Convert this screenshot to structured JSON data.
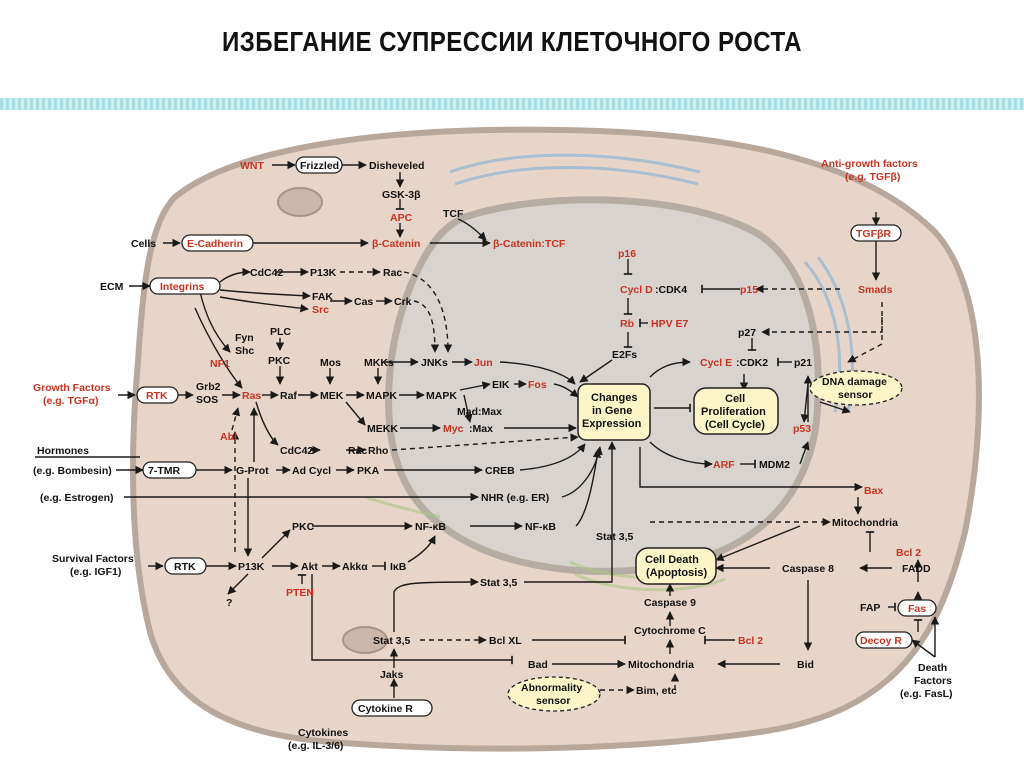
{
  "title": "ИЗБЕГАНИЕ СУПРЕССИИ КЛЕТОЧНОГО РОСТА",
  "colors": {
    "cytoplasm": "#e7d5c9",
    "nucleus": "#d8d3ce",
    "membrane": "#b8a79b",
    "red_label": "#c8331f",
    "accent_band": "#a9dede"
  },
  "nodes": {
    "wnt": "WNT",
    "frizzled": "Frizzled",
    "disheveled": "Disheveled",
    "gsk3b": "GSK-3β",
    "apc": "APC",
    "tcf": "TCF",
    "cells": "Cells",
    "ecadherin": "E-Cadherin",
    "bcatenin": "β-Catenin",
    "bcatenin_tcf": "β-Catenin:TCF",
    "ecm": "ECM",
    "integrins": "Integrins",
    "cdc42_top": "CdC42",
    "p13k_top": "P13K",
    "rac_top": "Rac",
    "fak": "FAK",
    "src": "Src",
    "cas": "Cas",
    "crk": "Crk",
    "fyn": "Fyn",
    "shc": "Shc",
    "nf1": "NF1",
    "plc": "PLC",
    "pkc_mid": "PKC",
    "mos": "Mos",
    "mkks": "MKKs",
    "jnks": "JNKs",
    "jun": "Jun",
    "growth_factors": "Growth Factors",
    "growth_factors_eg": "(e.g. TGFα)",
    "rtk_top": "RTK",
    "grb2": "Grb2",
    "sos": "SOS",
    "ras": "Ras",
    "raf": "Raf",
    "mek": "MEK",
    "mapk1": "MAPK",
    "mapk2": "MAPK",
    "eik": "EIK",
    "fos": "Fos",
    "madmax": "Mad:Max",
    "mekk": "MEKK",
    "myc": "Myc",
    "max": ":Max",
    "abl": "Abl",
    "cdc42_low": "CdC42",
    "rac_low": "Rac",
    "rho": "Rho",
    "hormones": "Hormones",
    "hormones_eg": "(e.g. Bombesin)",
    "tmr7": "7-TMR",
    "gprot": "G-Prot",
    "adcycl": "Ad Cycl",
    "pka": "PKA",
    "creb": "CREB",
    "estrogen": "(e.g. Estrogen)",
    "nhr": "NHR (e.g. ER)",
    "survival": "Survival Factors",
    "survival_eg": "(e.g. IGF1)",
    "rtk_low": "RTK",
    "p13k_low": "P13K",
    "question": "?",
    "pkc_low": "PKC",
    "nfkb1": "NF-κB",
    "nfkb2": "NF-κB",
    "akt": "Akt",
    "akka": "Akkα",
    "ikb": "IκB",
    "pten": "PTEN",
    "stat35_top": "Stat 3,5",
    "stat35_mid": "Stat 3,5",
    "stat35_low": "Stat 3,5",
    "bclxl": "Bcl XL",
    "bad": "Bad",
    "jaks": "Jaks",
    "cytokine_r": "Cytokine R",
    "cytokines": "Cytokines",
    "cytokines_eg": "(e.g. IL-3/6)",
    "changes1": "Changes",
    "changes2": "in Gene",
    "changes3": "Expression",
    "prolif1": "Cell",
    "prolif2": "Proliferation",
    "prolif3": "(Cell Cycle)",
    "death1": "Cell Death",
    "death2": "(Apoptosis)",
    "p16": "p16",
    "cycld": "Cycl D",
    "cdk4": ":CDK4",
    "p15": "p15",
    "rb": "Rb",
    "hpv": "HPV E7",
    "e2fs": "E2Fs",
    "p27": "p27",
    "cycle": "Cycl E",
    "cdk2": ":CDK2",
    "p21": "p21",
    "dna1": "DNA damage",
    "dna2": "sensor",
    "p53": "p53",
    "arf": "ARF",
    "mdm2": "MDM2",
    "bax": "Bax",
    "mitochondria_r": "Mitochondria",
    "bcl2_r": "Bcl 2",
    "fadd": "FADD",
    "caspase8": "Caspase 8",
    "caspase9": "Caspase 9",
    "cytc": "Cytochrome C",
    "bcl2_m": "Bcl 2",
    "mitochondria_b": "Mitochondria",
    "bid": "Bid",
    "bim": "Bim, etc",
    "abn1": "Abnormality",
    "abn2": "sensor",
    "fap": "FAP",
    "fas": "Fas",
    "decoy": "Decoy R",
    "death_f1": "Death",
    "death_f2": "Factors",
    "death_f3": "(e.g. FasL)",
    "anti1": "Anti-growth factors",
    "anti2": "(e.g. TGFβ)",
    "tgfbr": "TGFβR",
    "smads": "Smads"
  }
}
